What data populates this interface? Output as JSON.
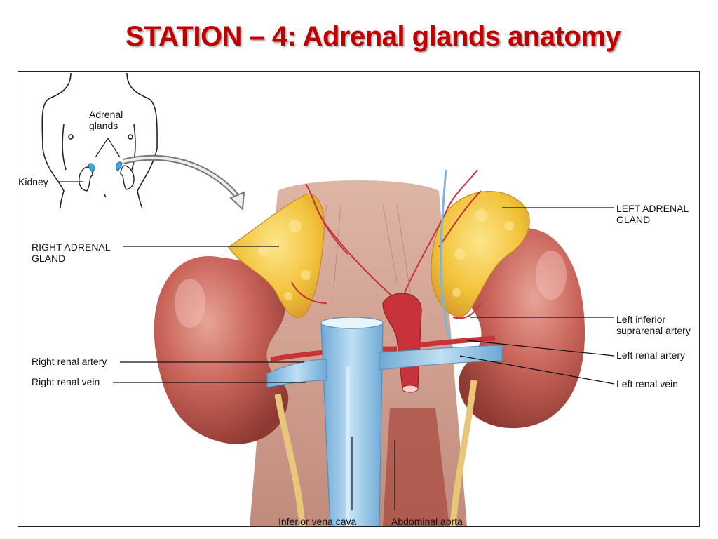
{
  "slide": {
    "title": "STATION – 4: Adrenal glands anatomy",
    "title_color": "#c00000"
  },
  "inset": {
    "adrenal_glands_label": "Adrenal\nglands",
    "kidney_label": "Kidney"
  },
  "labels": {
    "right_adrenal_gland": "RIGHT ADRENAL\nGLAND",
    "left_adrenal_gland": "LEFT ADRENAL\nGLAND",
    "left_inferior_suprarenal_artery": "Left inferior\nsuprarenal artery",
    "left_renal_artery": "Left renal artery",
    "left_renal_vein": "Left renal vein",
    "right_renal_artery": "Right renal artery",
    "right_renal_vein": "Right renal vein",
    "inferior_vena_cava": "Inferior vena cava",
    "abdominal_aorta": "Abdominal aorta"
  },
  "colors": {
    "kidney": "#c9645a",
    "adrenal": "#f2c23a",
    "vein": "#8fc3e6",
    "artery": "#c8323a",
    "muscle": "#c98f7a"
  }
}
